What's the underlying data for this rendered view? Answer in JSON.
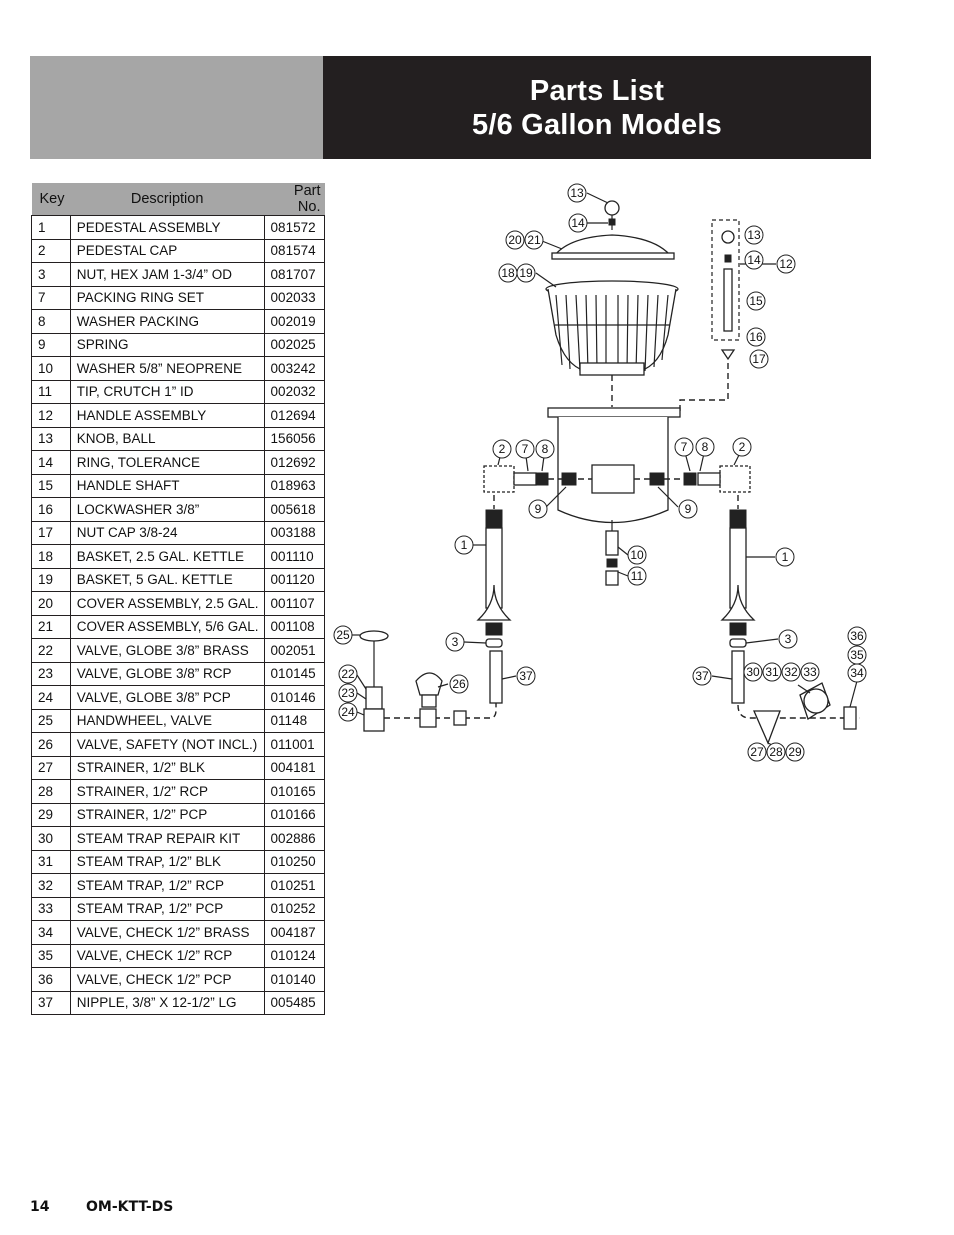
{
  "header": {
    "title_line1": "Parts List",
    "title_line2": "5/6 Gallon Models"
  },
  "table": {
    "columns": [
      "Key",
      "Description",
      "Part No."
    ],
    "rows": [
      [
        "1",
        "PEDESTAL ASSEMBLY",
        "081572"
      ],
      [
        "2",
        "PEDESTAL CAP",
        "081574"
      ],
      [
        "3",
        "NUT, HEX JAM 1-3/4” OD",
        "081707"
      ],
      [
        "7",
        "PACKING RING SET",
        "002033"
      ],
      [
        "8",
        "WASHER PACKING",
        "002019"
      ],
      [
        "9",
        "SPRING",
        "002025"
      ],
      [
        "10",
        "WASHER 5/8” NEOPRENE",
        "003242"
      ],
      [
        "11",
        "TIP, CRUTCH 1” ID",
        "002032"
      ],
      [
        "12",
        "HANDLE ASSEMBLY",
        "012694"
      ],
      [
        "13",
        "KNOB, BALL",
        "156056"
      ],
      [
        "14",
        "RING, TOLERANCE",
        "012692"
      ],
      [
        "15",
        "HANDLE SHAFT",
        "018963"
      ],
      [
        "16",
        "LOCKWASHER 3/8”",
        "005618"
      ],
      [
        "17",
        "NUT CAP 3/8-24",
        "003188"
      ],
      [
        "18",
        "BASKET, 2.5 GAL. KETTLE",
        "001110"
      ],
      [
        "19",
        "BASKET, 5 GAL. KETTLE",
        "001120"
      ],
      [
        "20",
        "COVER ASSEMBLY, 2.5 GAL.",
        "001107"
      ],
      [
        "21",
        "COVER ASSEMBLY, 5/6 GAL.",
        "001108"
      ],
      [
        "22",
        "VALVE, GLOBE 3/8” BRASS",
        "002051"
      ],
      [
        "23",
        "VALVE, GLOBE 3/8” RCP",
        "010145"
      ],
      [
        "24",
        "VALVE, GLOBE 3/8” PCP",
        "010146"
      ],
      [
        "25",
        "HANDWHEEL, VALVE",
        "01148"
      ],
      [
        "26",
        "VALVE, SAFETY (NOT INCL.)",
        "011001"
      ],
      [
        "27",
        "STRAINER, 1/2” BLK",
        "004181"
      ],
      [
        "28",
        "STRAINER, 1/2” RCP",
        "010165"
      ],
      [
        "29",
        "STRAINER, 1/2” PCP",
        "010166"
      ],
      [
        "30",
        "STEAM TRAP REPAIR KIT",
        "002886"
      ],
      [
        "31",
        "STEAM TRAP, 1/2” BLK",
        "010250"
      ],
      [
        "32",
        "STEAM TRAP, 1/2” RCP",
        "010251"
      ],
      [
        "33",
        "STEAM TRAP, 1/2” PCP",
        "010252"
      ],
      [
        "34",
        "VALVE, CHECK 1/2” BRASS",
        "004187"
      ],
      [
        "35",
        "VALVE, CHECK 1/2” RCP",
        "010124"
      ],
      [
        "36",
        "VALVE, CHECK 1/2” PCP",
        "010140"
      ],
      [
        "37",
        "NIPPLE, 3/8” X 12-1/2” LG",
        "005485"
      ]
    ]
  },
  "diagram": {
    "callouts": [
      "13",
      "14",
      "20",
      "21",
      "18",
      "19",
      "13",
      "14",
      "12",
      "15",
      "16",
      "17",
      "2",
      "7",
      "8",
      "7",
      "8",
      "2",
      "9",
      "9",
      "10",
      "11",
      "1",
      "1",
      "3",
      "3",
      "25",
      "22",
      "23",
      "24",
      "26",
      "37",
      "37",
      "30",
      "31",
      "32",
      "33",
      "36",
      "35",
      "34",
      "27",
      "28",
      "29"
    ]
  },
  "footer": {
    "page_number": "14",
    "doc_code": "OM-KTT-DS"
  }
}
